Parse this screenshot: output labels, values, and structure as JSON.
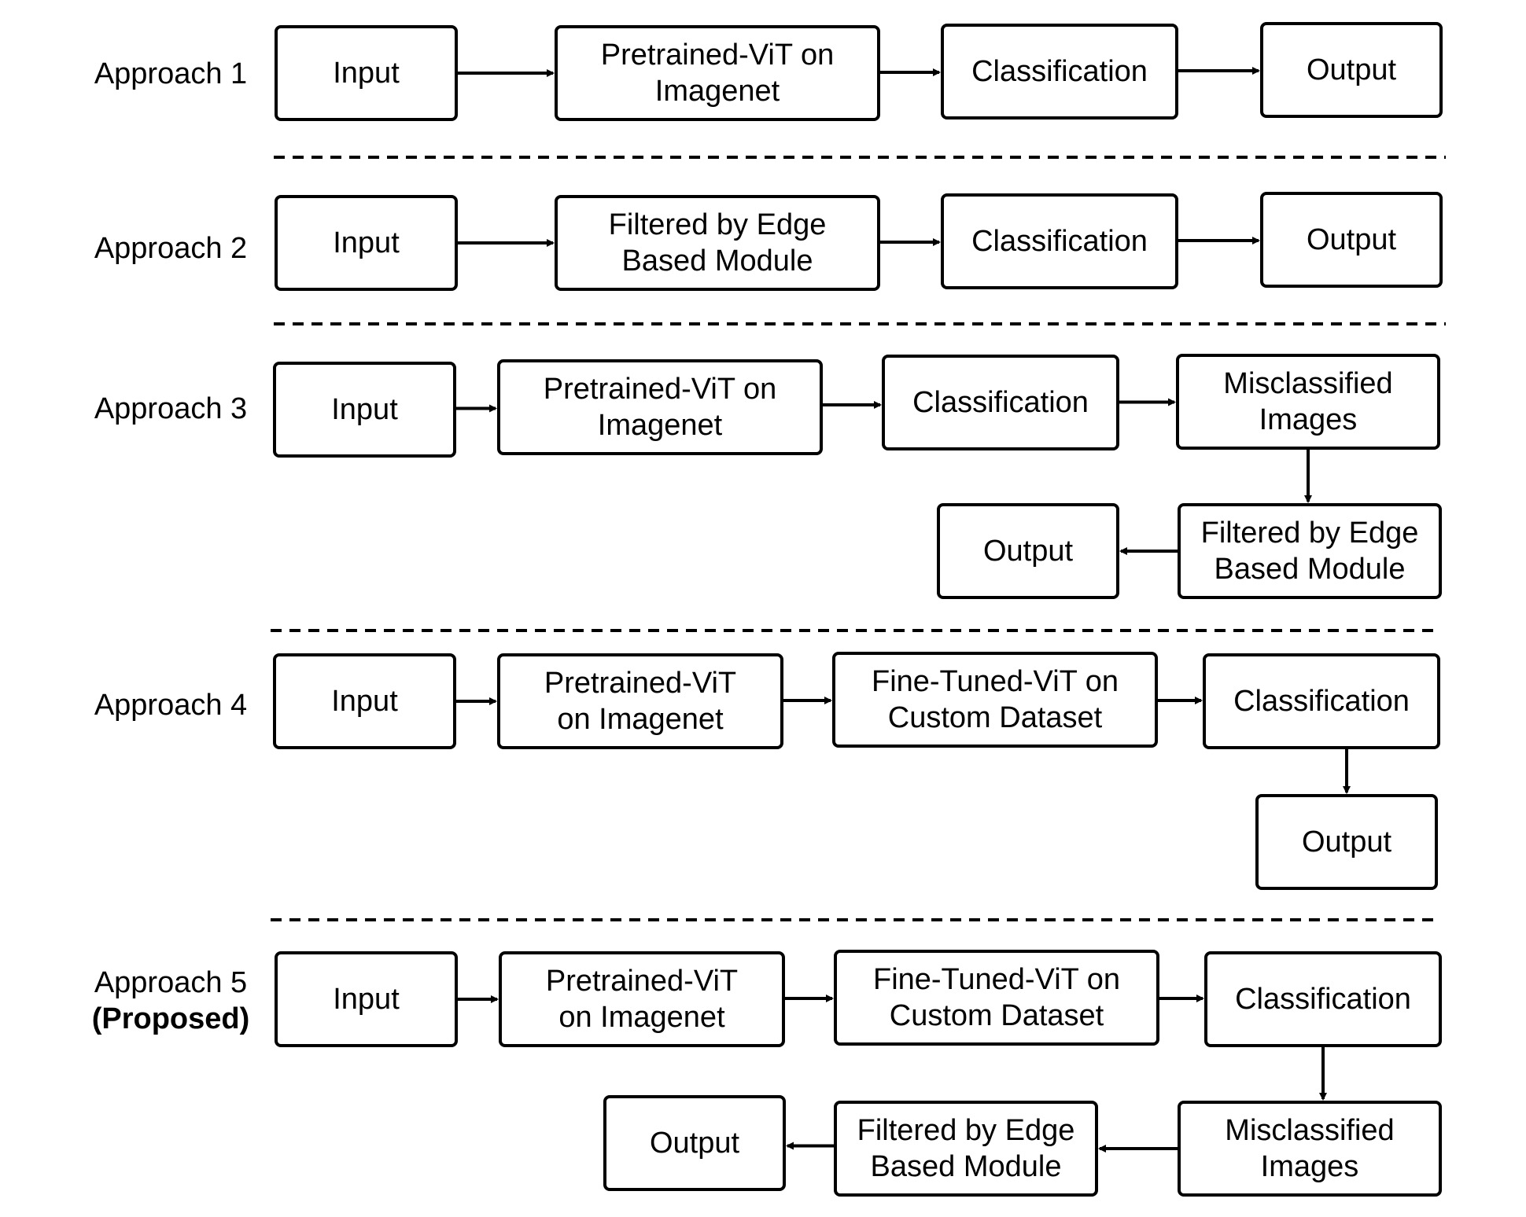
{
  "approaches": [
    {
      "label": "Approach 1",
      "boxes": [
        "Input",
        "Pretrained-ViT on\nImagenet",
        "Classification",
        "Output"
      ]
    },
    {
      "label": "Approach 2",
      "boxes": [
        "Input",
        "Filtered by Edge\nBased Module",
        "Classification",
        "Output"
      ]
    },
    {
      "label": "Approach 3",
      "boxes": [
        "Input",
        "Pretrained-ViT on\nImagenet",
        "Classification",
        "Misclassified\nImages",
        "Filtered by Edge\nBased Module",
        "Output"
      ]
    },
    {
      "label": "Approach 4",
      "boxes": [
        "Input",
        "Pretrained-ViT\non Imagenet",
        "Fine-Tuned-ViT on\nCustom Dataset",
        "Classification",
        "Output"
      ]
    },
    {
      "label": "Approach 5",
      "sublabel": "(Proposed)",
      "boxes": [
        "Input",
        "Pretrained-ViT\non Imagenet",
        "Fine-Tuned-ViT on\nCustom Dataset",
        "Classification",
        "Misclassified\nImages",
        "Filtered by Edge\nBased Module",
        "Output"
      ]
    }
  ]
}
